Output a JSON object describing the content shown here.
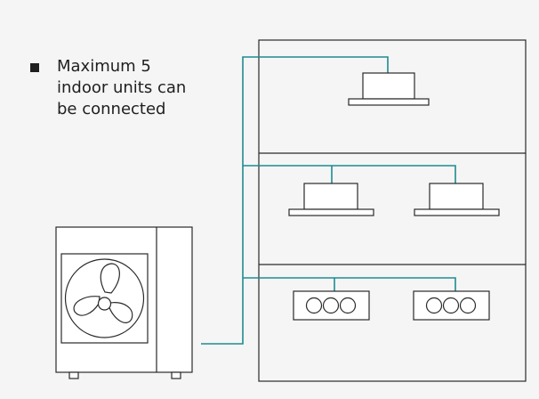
{
  "note": {
    "text": "Maximum 5\nindoor units can\nbe connected"
  },
  "colors": {
    "background": "#f5f5f5",
    "outline": "#2a2a2a",
    "pipe": "#1e8c91"
  },
  "floors": [
    {
      "units": [
        {
          "type": "ducted-indoor-unit"
        }
      ]
    },
    {
      "units": [
        {
          "type": "ducted-indoor-unit"
        },
        {
          "type": "ducted-indoor-unit"
        }
      ]
    },
    {
      "units": [
        {
          "type": "three-fan-indoor-unit"
        },
        {
          "type": "three-fan-indoor-unit"
        }
      ]
    }
  ],
  "outdoor_unit": {
    "type": "outdoor-unit-with-fan"
  }
}
